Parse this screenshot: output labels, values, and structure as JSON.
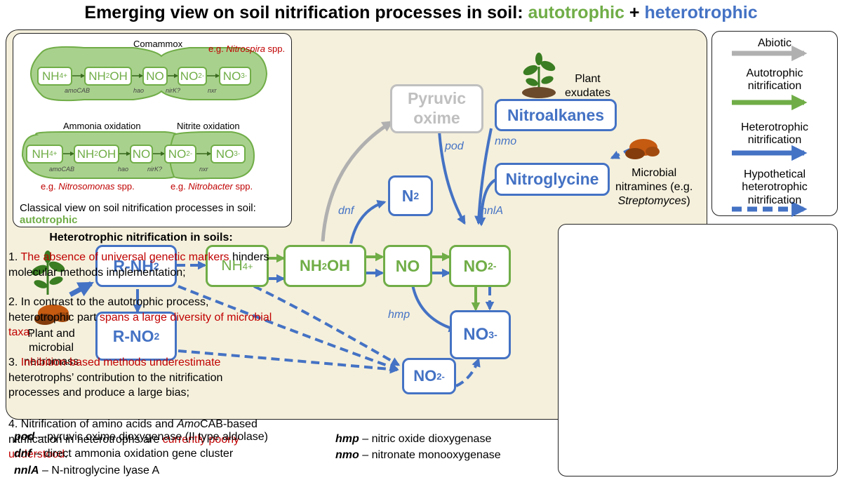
{
  "title": {
    "prefix": "Emerging view on soil nitrification processes in soil",
    "sep1": ": ",
    "autotrophic": "autotrophic",
    "plus": " + ",
    "heterotrophic": "heterotrophic"
  },
  "colors": {
    "autotrophic": "#70ad47",
    "heterotrophic": "#4472c4",
    "abiotic": "#b0b0b0",
    "highlight": "#c00000",
    "panel": "#f5f0dc"
  },
  "inset": {
    "comammox_label": "Comammox",
    "comammox_example_prefix": "e.g. ",
    "comammox_example_genus": "Nitrospira",
    "comammox_example_suffix": " spp.",
    "ammonia_label": "Ammonia oxidation",
    "nitrite_label": "Nitrite oxidation",
    "ammonia_example_prefix": "e.g. ",
    "ammonia_example_genus": "Nitrosomonas",
    "ammonia_example_suffix": " spp.",
    "nitrite_example_prefix": "e.g. ",
    "nitrite_example_genus": "Nitrobacter",
    "nitrite_example_suffix": " spp.",
    "enzymes": {
      "amo": "amoCAB",
      "hao": "hao",
      "nir": "nirK?",
      "nxr": "nxr"
    },
    "caption": "Classical view on soil nitrification processes in soil:",
    "caption_highlight": "autotrophic"
  },
  "sources": {
    "plant_exudates": [
      "Plant",
      "exudates"
    ],
    "microbial_nitramines": [
      "Microbial",
      "nitramines (e.g."
    ],
    "microbial_nitramines_genus": "Streptomyces",
    "microbial_nitramines_close": ")",
    "necromass": [
      "Plant and",
      "microbial",
      "necromass"
    ]
  },
  "enzymes": {
    "pod": "pod",
    "nmo": "nmo",
    "dnf": "dnf",
    "nnlA": "nnlA",
    "hmp": "hmp"
  },
  "legend": {
    "abiotic": "Abiotic",
    "autotrophic": [
      "Autotrophic",
      "nitrification"
    ],
    "heterotrophic": [
      "Heterotrophic",
      "nitrification"
    ],
    "hypothetical": [
      "Hypothetical",
      "heterotrophic",
      "nitrification"
    ]
  },
  "notes": {
    "heading": "Heterotrophic nitrification in soils:",
    "items": [
      {
        "num": "1. ",
        "red": "The absence of universal genetic markers",
        "after": " hinders molecular methods implementation;"
      },
      {
        "num": "2. ",
        "before": "In contrast to the autotrophic process, heterotrophic part ",
        "red": "spans a large diversity of microbial taxa",
        "after": ";"
      },
      {
        "num": "3. ",
        "red": "Inhibition-based methods underestimate",
        "after": " heterotrophs’ contribution to the nitrification processes and produce a large bias;"
      },
      {
        "num": "4. ",
        "before": "Nitrification of amino acids and ",
        "italic": "Amo",
        "before2": "CAB-based nitrification in heterotrophs are ",
        "red": "currently poorly understood",
        "after": "."
      }
    ]
  },
  "glossary": [
    {
      "abbr": "pod",
      "desc": " – pyruvic oxime dioxygenase (II type aldolase)"
    },
    {
      "abbr": "dnf",
      "desc": " – direct ammonia oxidation gene cluster"
    },
    {
      "abbr": "nnlA",
      "desc": " – N-nitroglycine lyase A"
    },
    {
      "abbr": "hmp",
      "desc": " – nitric oxide dioxygenase"
    },
    {
      "abbr": "nmo",
      "desc": " – nitronate monooxygenase"
    }
  ]
}
